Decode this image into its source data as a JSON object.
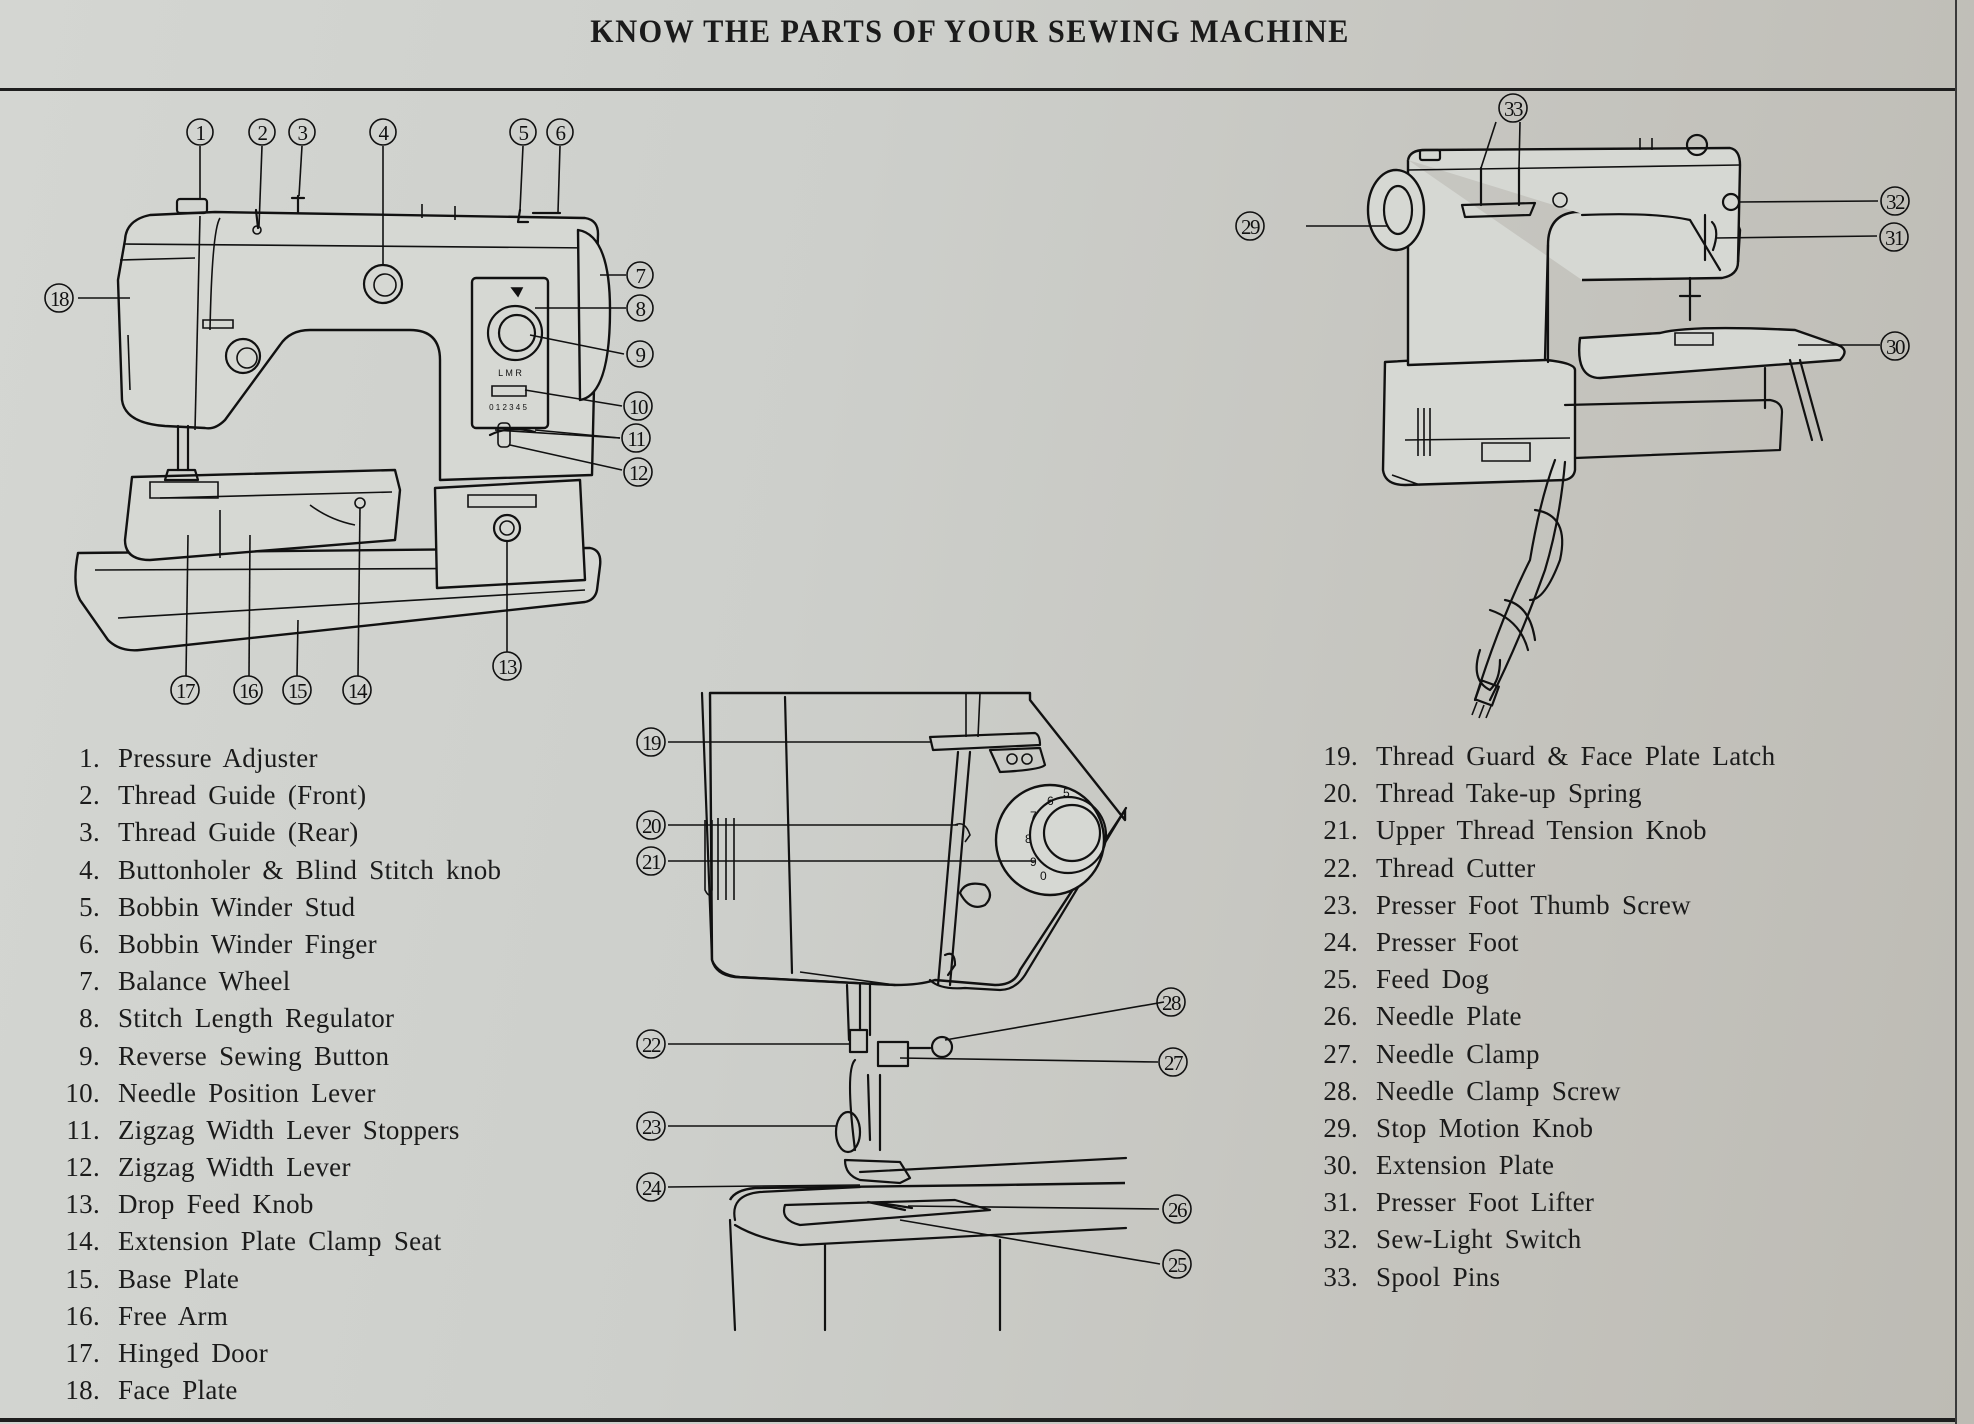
{
  "page": {
    "title": "KNOW THE PARTS OF YOUR SEWING MACHINE"
  },
  "parts_left": [
    {
      "number": "1.",
      "label": "Pressure Adjuster"
    },
    {
      "number": "2.",
      "label": "Thread Guide (Front)"
    },
    {
      "number": "3.",
      "label": "Thread Guide (Rear)"
    },
    {
      "number": "4.",
      "label": "Buttonholer & Blind Stitch knob"
    },
    {
      "number": "5.",
      "label": "Bobbin Winder Stud"
    },
    {
      "number": "6.",
      "label": "Bobbin Winder Finger"
    },
    {
      "number": "7.",
      "label": "Balance Wheel"
    },
    {
      "number": "8.",
      "label": "Stitch Length Regulator"
    },
    {
      "number": "9.",
      "label": "Reverse Sewing Button"
    },
    {
      "number": "10.",
      "label": "Needle Position Lever"
    },
    {
      "number": "11.",
      "label": "Zigzag Width Lever Stoppers"
    },
    {
      "number": "12.",
      "label": "Zigzag Width Lever"
    },
    {
      "number": "13.",
      "label": "Drop Feed Knob"
    },
    {
      "number": "14.",
      "label": "Extension Plate Clamp Seat"
    },
    {
      "number": "15.",
      "label": "Base Plate"
    },
    {
      "number": "16.",
      "label": "Free Arm"
    },
    {
      "number": "17.",
      "label": "Hinged Door"
    },
    {
      "number": "18.",
      "label": "Face Plate"
    }
  ],
  "parts_right": [
    {
      "number": "19.",
      "label": "Thread Guard & Face Plate Latch"
    },
    {
      "number": "20.",
      "label": "Thread Take-up Spring"
    },
    {
      "number": "21.",
      "label": "Upper Thread Tension Knob"
    },
    {
      "number": "22.",
      "label": "Thread Cutter"
    },
    {
      "number": "23.",
      "label": "Presser Foot Thumb Screw"
    },
    {
      "number": "24.",
      "label": "Presser Foot"
    },
    {
      "number": "25.",
      "label": "Feed Dog"
    },
    {
      "number": "26.",
      "label": "Needle Plate"
    },
    {
      "number": "27.",
      "label": "Needle Clamp"
    },
    {
      "number": "28.",
      "label": "Needle Clamp Screw"
    },
    {
      "number": "29.",
      "label": "Stop Motion Knob"
    },
    {
      "number": "30.",
      "label": "Extension Plate"
    },
    {
      "number": "31.",
      "label": "Presser Foot Lifter"
    },
    {
      "number": "32.",
      "label": "Sew-Light Switch"
    },
    {
      "number": "33.",
      "label": "Spool Pins"
    }
  ],
  "diagrams": {
    "front_view": {
      "callouts": [
        "1",
        "2",
        "3",
        "4",
        "5",
        "6",
        "7",
        "8",
        "9",
        "10",
        "11",
        "12",
        "13",
        "14",
        "15",
        "16",
        "17",
        "18"
      ],
      "needle_position_marks": "L M R",
      "zigzag_scale": "0 1 2 3 4 5"
    },
    "needle_area_closeup": {
      "callouts": [
        "19",
        "20",
        "21",
        "22",
        "23",
        "24",
        "25",
        "26",
        "27",
        "28"
      ],
      "tension_dial_numbers": [
        "5",
        "6",
        "7",
        "8",
        "9",
        "0"
      ]
    },
    "rear_view": {
      "callouts": [
        "29",
        "30",
        "31",
        "32",
        "33"
      ]
    }
  }
}
